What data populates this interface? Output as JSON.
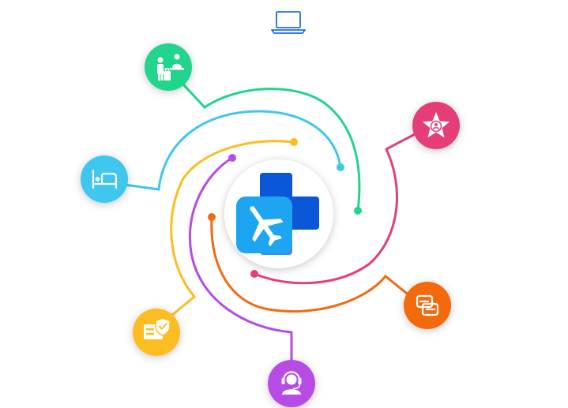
{
  "header": {
    "icon": "laptop-icon",
    "color": "#1f6fd6"
  },
  "logo": {
    "icon": "plane-plus-logo-icon",
    "colors": {
      "cross_light": "#3a8df5",
      "cross_dark": "#0a57d8",
      "plane_tile": "#1ea5f2"
    }
  },
  "nodes": [
    {
      "key": "travelers",
      "icon": "travelers-luggage-icon",
      "color": "#22d48c"
    },
    {
      "key": "top-rated",
      "icon": "star-user-icon",
      "color": "#e53e78"
    },
    {
      "key": "hotel",
      "icon": "bed-icon",
      "color": "#3fc7ee"
    },
    {
      "key": "transfer",
      "icon": "car-swap-icon",
      "color": "#f36a10"
    },
    {
      "key": "insurance",
      "icon": "shield-check-card-icon",
      "color": "#fbbd20"
    },
    {
      "key": "support",
      "icon": "headset-support-icon",
      "color": "#b64be6"
    }
  ]
}
